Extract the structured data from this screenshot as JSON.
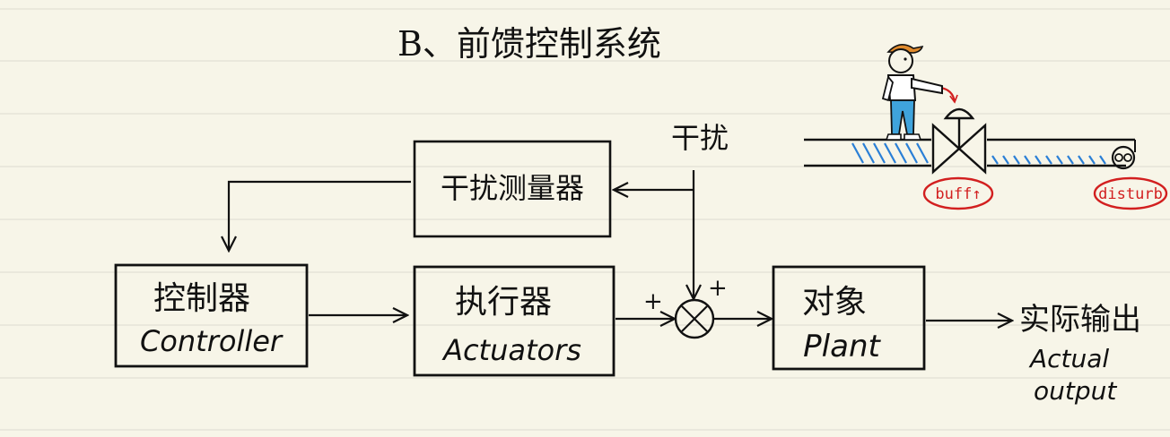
{
  "title": "B、前馈控制系统",
  "disturbance_label": "干扰",
  "plus_sign": "+",
  "blocks": {
    "measurer": {
      "label": "干扰测量器"
    },
    "controller": {
      "label_cn": "控制器",
      "label_en": "Controller"
    },
    "actuators": {
      "label_cn": "执行器",
      "label_en": "Actuators"
    },
    "plant": {
      "label_cn": "对象",
      "label_en": "Plant"
    }
  },
  "output": {
    "label_cn": "实际输出",
    "label_en_line1": "Actual",
    "label_en_line2": "output"
  },
  "illustration": {
    "tag_buff": "buff↑",
    "tag_disturb": "disturb"
  },
  "colors": {
    "paper": "#f7f5e8",
    "rule_line": "#dcdccf",
    "ink": "#111111",
    "red_tag": "#d21f1f",
    "blue_hatch": "#2a7fd6",
    "cap_orange": "#e08a2c",
    "jeans_blue": "#3fa3dc"
  }
}
